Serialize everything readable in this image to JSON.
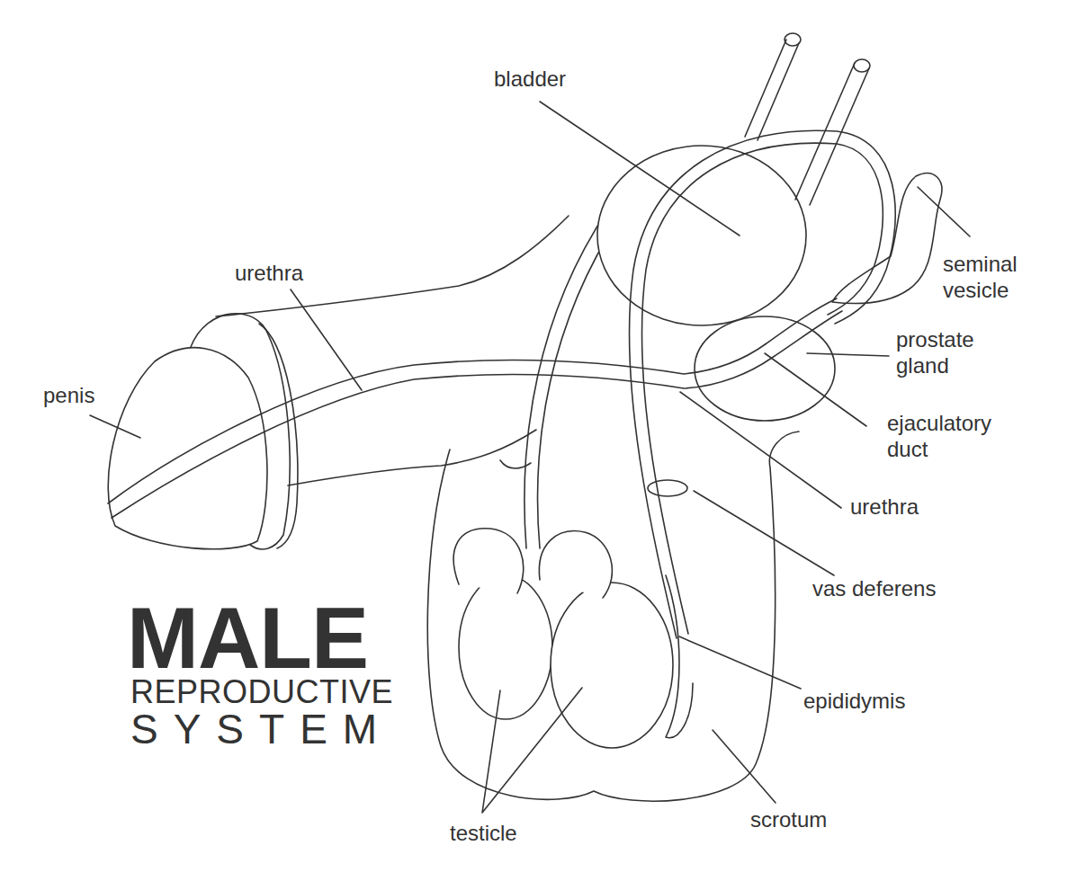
{
  "diagram": {
    "title": "MALE",
    "labels": [
      "bladder",
      "urethra",
      "seminal vesicle",
      "prostate gland",
      "penis",
      "ejaculatory duct",
      "urethra",
      "vas deferens",
      "REPRODUCTIVE",
      "SYSTEM",
      "epididymis",
      "scrotum",
      "testicle"
    ]
  }
}
